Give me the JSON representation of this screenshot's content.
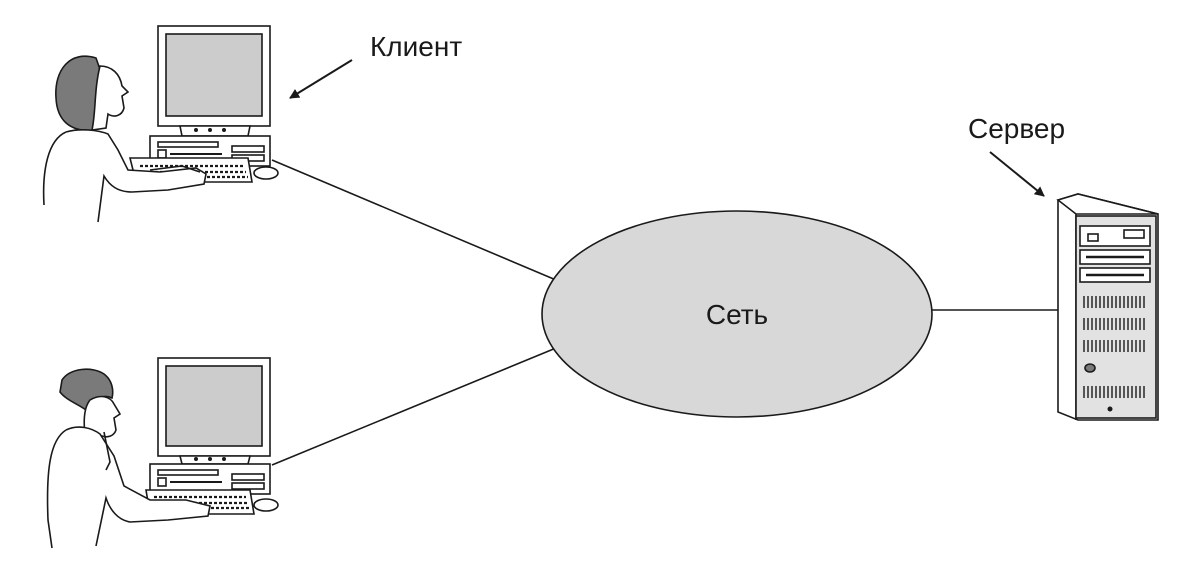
{
  "labels": {
    "client": "Клиент",
    "server": "Сервер",
    "network": "Сеть"
  },
  "colors": {
    "network_fill": "#d8d8d8",
    "screen_fill": "#cccccc",
    "hair_fill": "#7a7a7a",
    "server_panel": "#e2e2e2",
    "stroke": "#1a1a1a"
  },
  "icons": [
    "client-user-female-icon",
    "client-user-male-icon",
    "desktop-computer-icon",
    "server-tower-icon",
    "arrow-icon"
  ]
}
